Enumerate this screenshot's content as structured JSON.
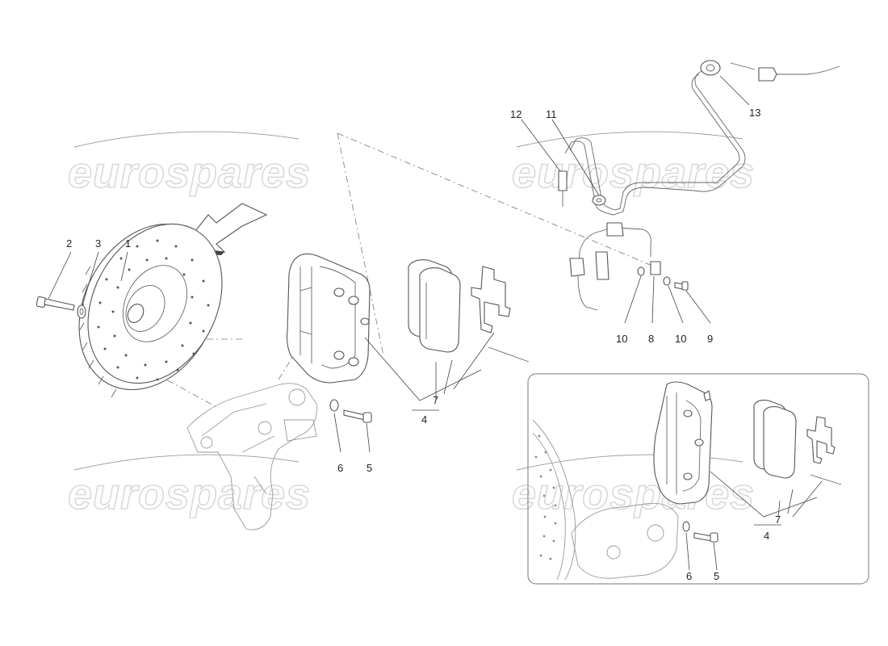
{
  "watermark": {
    "text": "eurospares",
    "color": "#d9d9d9"
  },
  "icons": {
    "direction_arrow": "direction-arrow-icon"
  },
  "main_callouts": {
    "c1": "1",
    "c2": "2",
    "c3": "3",
    "c4": "4",
    "c5": "5",
    "c6": "6",
    "c7": "7",
    "c8": "8",
    "c9": "9",
    "c10a": "10",
    "c10b": "10",
    "c11": "11",
    "c12": "12",
    "c13": "13"
  },
  "inset_callouts": {
    "c4": "4",
    "c5": "5",
    "c6": "6",
    "c7": "7"
  }
}
